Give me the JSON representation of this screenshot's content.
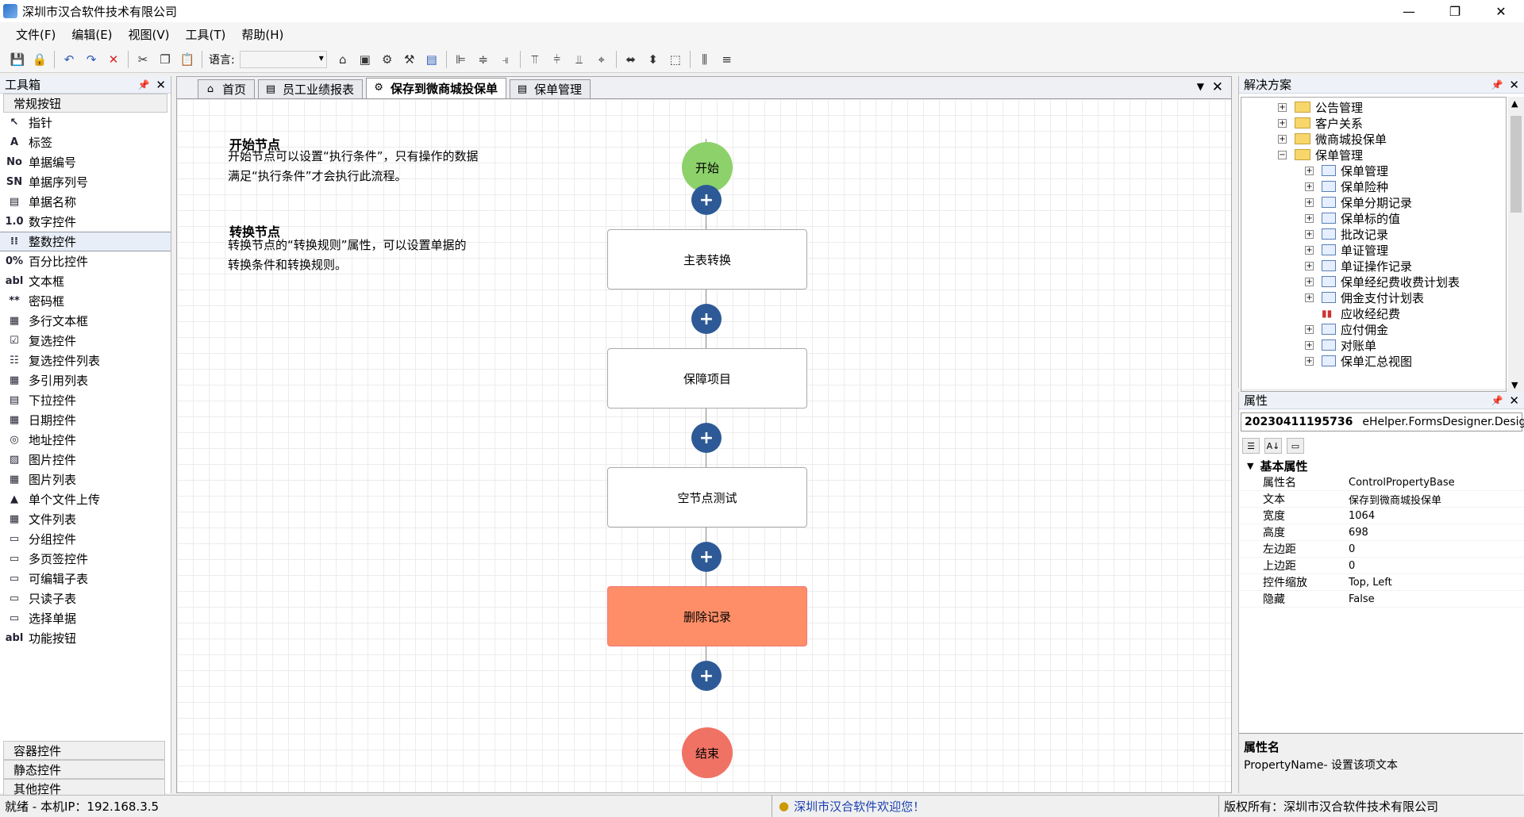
{
  "window": {
    "title": "深圳市汉合软件技术有限公司"
  },
  "menu": [
    "文件(F)",
    "编辑(E)",
    "视图(V)",
    "工具(T)",
    "帮助(H)"
  ],
  "toolbar": {
    "language_label": "语言:"
  },
  "toolbox": {
    "title": "工具箱",
    "category_top": "常规按钮",
    "items": [
      "指针",
      "标签",
      "单据编号",
      "单据序列号",
      "单据名称",
      "数字控件",
      "整数控件",
      "百分比控件",
      "文本框",
      "密码框",
      "多行文本框",
      "复选控件",
      "复选控件列表",
      "多引用列表",
      "下拉控件",
      "日期控件",
      "地址控件",
      "图片控件",
      "图片列表",
      "单个文件上传",
      "文件列表",
      "分组控件",
      "多页签控件",
      "可编辑子表",
      "只读子表",
      "选择单据",
      "功能按钮"
    ],
    "item_icons": [
      "↖",
      "A",
      "No",
      "SN",
      "▤",
      "1.0",
      "⁞⁞",
      "0%",
      "abl",
      "**",
      "▦",
      "☑",
      "☷",
      "▦",
      "▤",
      "▦",
      "◎",
      "▨",
      "▦",
      "▲",
      "▦",
      "▭",
      "▭",
      "▭",
      "▭",
      "▭",
      "abl"
    ],
    "selected_index": 6,
    "categories_bottom": [
      "容器控件",
      "静态控件",
      "其他控件"
    ]
  },
  "tabs": [
    {
      "label": "首页",
      "icon": "⌂"
    },
    {
      "label": "员工业绩报表",
      "icon": "▤"
    },
    {
      "label": "保存到微商城投保单",
      "icon": "⚙",
      "active": true
    },
    {
      "label": "保单管理",
      "icon": "▤"
    }
  ],
  "canvas": {
    "start_heading": "开始节点",
    "start_desc_1": "开始节点可以设置“执行条件”，只有操作的数据",
    "start_desc_2": "满足“执行条件”才会执行此流程。",
    "convert_heading": "转换节点",
    "convert_desc_1": "转换节点的“转换规则”属性，可以设置单据的",
    "convert_desc_2": "转换条件和转换规则。",
    "start_label": "开始",
    "end_label": "结束",
    "plus": "+",
    "nodes": [
      "主表转换",
      "保障项目",
      "空节点测试",
      "删除记录"
    ]
  },
  "solution": {
    "title": "解决方案",
    "items": [
      {
        "label": "公告管理",
        "type": "folder",
        "depth": 0,
        "pm": "+"
      },
      {
        "label": "客户关系",
        "type": "folder",
        "depth": 0,
        "pm": "+"
      },
      {
        "label": "微商城投保单",
        "type": "folder",
        "depth": 0,
        "pm": "+"
      },
      {
        "label": "保单管理",
        "type": "folder",
        "depth": 0,
        "pm": "−"
      },
      {
        "label": "保单管理",
        "type": "doc",
        "depth": 1,
        "pm": "+"
      },
      {
        "label": "保单险种",
        "type": "doc",
        "depth": 1,
        "pm": "+"
      },
      {
        "label": "保单分期记录",
        "type": "doc",
        "depth": 1,
        "pm": "+"
      },
      {
        "label": "保单标的值",
        "type": "doc",
        "depth": 1,
        "pm": "+"
      },
      {
        "label": "批改记录",
        "type": "doc",
        "depth": 1,
        "pm": "+"
      },
      {
        "label": "单证管理",
        "type": "doc",
        "depth": 1,
        "pm": "+"
      },
      {
        "label": "单证操作记录",
        "type": "doc",
        "depth": 1,
        "pm": "+"
      },
      {
        "label": "保单经纪费收费计划表",
        "type": "doc",
        "depth": 1,
        "pm": "+"
      },
      {
        "label": "佣金支付计划表",
        "type": "doc",
        "depth": 1,
        "pm": "+"
      },
      {
        "label": "应收经纪费",
        "type": "chart",
        "depth": 1,
        "pm": ""
      },
      {
        "label": "应付佣金",
        "type": "doc",
        "depth": 1,
        "pm": "+"
      },
      {
        "label": "对账单",
        "type": "doc",
        "depth": 1,
        "pm": "+"
      },
      {
        "label": "保单汇总视图",
        "type": "doc",
        "depth": 1,
        "pm": "+"
      }
    ]
  },
  "properties": {
    "title": "属性",
    "object_id": "20230411195736",
    "object_type": "eHelper.FormsDesigner.Desig",
    "group": "基本属性",
    "rows": [
      {
        "k": "属性名",
        "v": "ControlPropertyBase"
      },
      {
        "k": "文本",
        "v": "保存到微商城投保单"
      },
      {
        "k": "宽度",
        "v": "1064"
      },
      {
        "k": "高度",
        "v": "698"
      },
      {
        "k": "左边距",
        "v": "0"
      },
      {
        "k": "上边距",
        "v": "0"
      },
      {
        "k": "控件缩放",
        "v": "Top, Left"
      },
      {
        "k": "隐藏",
        "v": "False"
      }
    ],
    "help_title": "属性名",
    "help_text": "PropertyName- 设置该项文本"
  },
  "status": {
    "left": "就绪 - 本机IP：192.168.3.5",
    "middle": "深圳市汉合软件欢迎您！",
    "right": "版权所有：深圳市汉合软件技术有限公司"
  }
}
